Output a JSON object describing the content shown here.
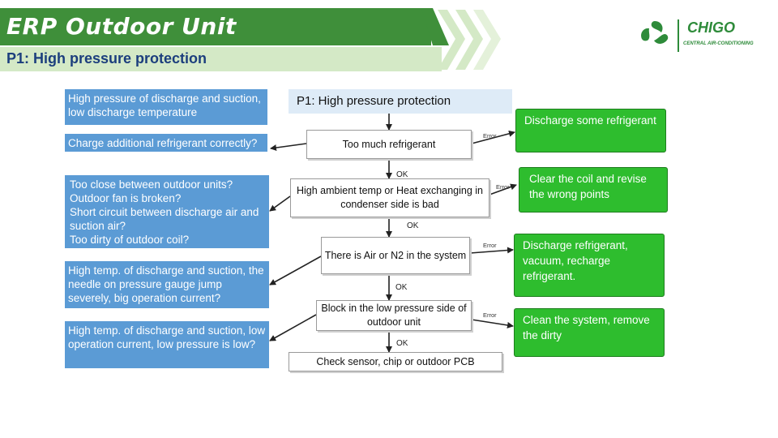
{
  "header": {
    "title": "ERP Outdoor Unit",
    "subtitle": "P1: High pressure protection"
  },
  "logo": {
    "brand": "CHIGO",
    "tagline": "CENTRAL AIR-CONDITIONING",
    "icon": "chigo-swirl-icon"
  },
  "causes": [
    "High pressure of discharge and suction, low discharge temperature",
    "Charge additional refrigerant correctly?",
    "Too close between outdoor units?\nOutdoor fan is broken?\nShort circuit between discharge air and suction air?\nToo dirty of outdoor coil?",
    "High temp. of discharge and suction, the needle on pressure gauge jump severely, big operation current?",
    "High temp. of discharge and suction, low operation current, low pressure is low?"
  ],
  "flow": {
    "start": "P1: High pressure protection",
    "steps": [
      "Too much refrigerant",
      "High ambient temp or Heat exchanging in condenser side is bad",
      "There is Air or N2 in the system",
      "Block in the low pressure side of outdoor unit",
      "Check sensor, chip or outdoor PCB"
    ],
    "ok_label": "OK",
    "error_label": "Error"
  },
  "solutions": [
    "Discharge some refrigerant",
    "Clear the coil and revise the wrong points",
    "Discharge refrigerant, vacuum, recharge refrigerant.",
    "Clean the system, remove the dirty"
  ],
  "colors": {
    "title_bar": "#3f8f3a",
    "subtitle_bar": "#d4e9c6",
    "cause_box": "#5b9bd5",
    "solution_box": "#2ebd2e",
    "start_box": "#deebf7"
  }
}
